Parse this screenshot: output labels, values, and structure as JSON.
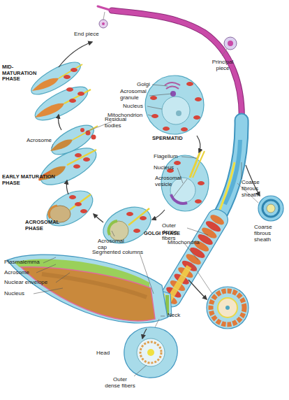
{
  "diagram": {
    "labels": [
      "End piece",
      "Principal piece",
      "MID-MATURATION PHASE",
      "Golgi",
      "Acrosomal granule",
      "Nucleus",
      "Mitochondrion",
      "Residual bodies",
      "SPERMATID",
      "Acrosome",
      "Flagellum",
      "Nucleus",
      "EARLY MATURATION PHASE",
      "Acrosomal vesicle",
      "Coarse fibrous sheath",
      "ACROSOMAL PHASE",
      "Outer dense fibers",
      "Coarse fibrous sheath",
      "Acrosomal cap",
      "GOLGI PHASE",
      "Mitochondria",
      "Segmented columns",
      "Plasmalemma",
      "Acrosome",
      "Nuclear envelope",
      "Nucleus",
      "Neck",
      "Head",
      "Outer dense fibers"
    ]
  }
}
